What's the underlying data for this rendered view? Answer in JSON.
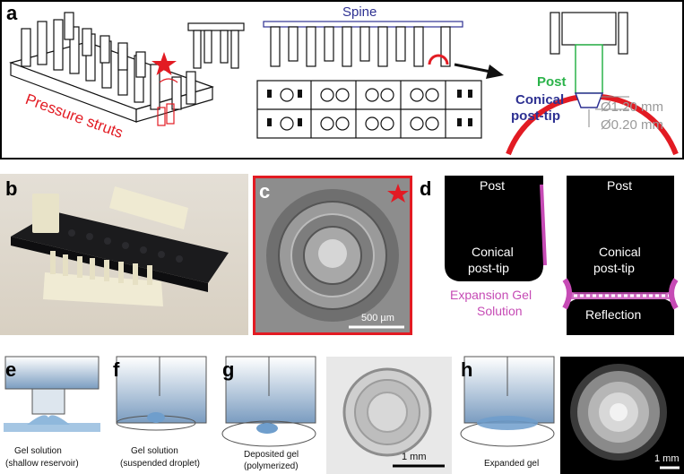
{
  "panels": {
    "a": {
      "label": "a",
      "spine": "Spine",
      "pressure_struts": "Pressure struts",
      "post": "Post",
      "conical_post_tip": [
        "Conical",
        "post-tip"
      ],
      "dim_1": "Ø1.20 mm",
      "dim_2": "Ø0.20 mm"
    },
    "b": {
      "label": "b"
    },
    "c": {
      "label": "c",
      "scale": "500 µm"
    },
    "d": {
      "label": "d",
      "post_left": "Post",
      "post_right": "Post",
      "tip_left": [
        "Conical",
        "post-tip"
      ],
      "tip_right": [
        "Conical",
        "post-tip"
      ],
      "gel": [
        "Expansion Gel",
        "Solution"
      ],
      "reflection": "Reflection"
    },
    "e": {
      "label": "e",
      "caption": [
        "Gel solution",
        "(shallow reservoir)"
      ]
    },
    "f": {
      "label": "f",
      "caption": [
        "Gel solution",
        "(suspended droplet)"
      ]
    },
    "g": {
      "label": "g",
      "caption": [
        "Deposited gel",
        "(polymerized)"
      ],
      "scale": "1 mm"
    },
    "h": {
      "label": "h",
      "caption": [
        "Expanded gel"
      ],
      "scale": "1 mm"
    }
  },
  "colors": {
    "red": "#e21b23",
    "green": "#2bb34a",
    "blue": "#2e3192",
    "magenta": "#c64bb5",
    "gel_blue": "#8fb8dc"
  }
}
